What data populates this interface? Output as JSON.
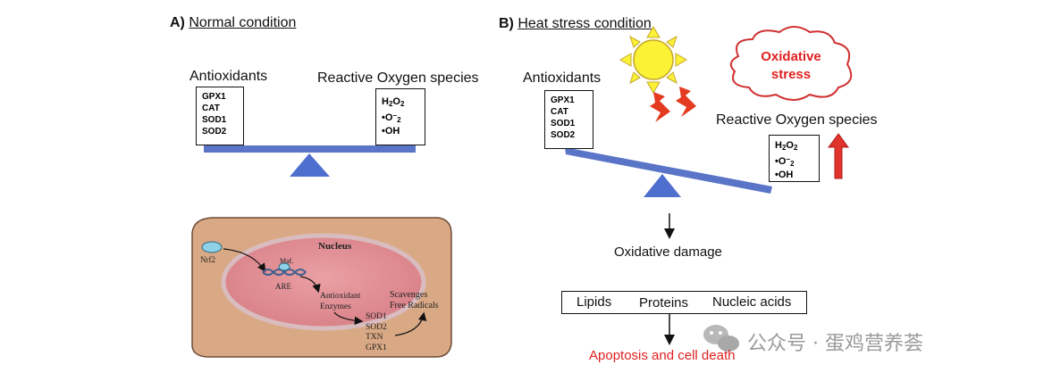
{
  "panel_a": {
    "letter": "A)",
    "title": "Normal condition",
    "antioxidants_label": "Antioxidants",
    "antioxidants": [
      "GPX1",
      "CAT",
      "SOD1",
      "SOD2"
    ],
    "ros_label": "Reactive Oxygen species",
    "ros": {
      "h2o2_main": "H",
      "h2o2_sub1": "2",
      "h2o2_o": "O",
      "h2o2_sub2": "2",
      "superoxide_dot": "•",
      "superoxide_o": "O",
      "superoxide_sup": "−",
      "superoxide_sub": "2",
      "hydroxyl": "•OH"
    }
  },
  "cell": {
    "nucleus": "Nucleus",
    "nrf2": "Nrf2",
    "maf": "Maf.",
    "are": "ARE",
    "antioxidant_enzymes_line1": "Antioxidant",
    "antioxidant_enzymes_line2": "Enzymes",
    "enzymes": [
      "SOD1",
      "SOD2",
      "TXN",
      "GPX1"
    ],
    "scavenges_line1": "Scavenges",
    "scavenges_line2": "Free Radicals"
  },
  "panel_b": {
    "letter": "B)",
    "title": "Heat stress condition",
    "cloud_line1": "Oxidative",
    "cloud_line2": "stress",
    "antioxidants_label": "Antioxidants",
    "antioxidants": [
      "GPX1",
      "CAT",
      "SOD1",
      "SOD2"
    ],
    "ros_label": "Reactive Oxygen species",
    "ros": {
      "h2o2_main": "H",
      "h2o2_sub1": "2",
      "h2o2_o": "O",
      "h2o2_sub2": "2",
      "superoxide_dot": "•",
      "superoxide_o": "O",
      "superoxide_sup": "−",
      "superoxide_sub": "2",
      "hydroxyl": "•OH"
    },
    "oxidative_damage": "Oxidative damage",
    "targets": [
      "Lipids",
      "Proteins",
      "Nucleic acids"
    ],
    "outcome": "Apoptosis and cell death"
  },
  "watermark": "公众号 · 蛋鸡营养荟",
  "colors": {
    "beam": "#5a74c8",
    "fulcrum": "#4f6fcf",
    "sun": "#fbf236",
    "bolt": "#e43a1f",
    "arrow_up": "#e0332b",
    "cell": "#d7a884",
    "nucleus": "#de8a8e",
    "red_text": "#e02020"
  }
}
